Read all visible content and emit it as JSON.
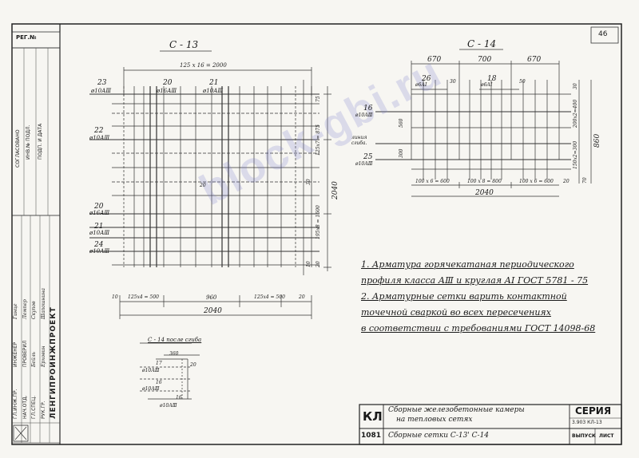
{
  "sheet": {
    "page_number": "46",
    "reg_label": "РЕГ.№",
    "watermark": "block-gbi.ru"
  },
  "s13": {
    "title": "С - 13",
    "top_dim": "125 х 16 = 2000",
    "bars": [
      {
        "num": "23",
        "dia": "ø10АⅢ"
      },
      {
        "num": "20",
        "dia": "ø16АⅢ"
      },
      {
        "num": "21",
        "dia": "ø10АⅢ"
      },
      {
        "num": "22",
        "dia": "ø10АⅢ"
      },
      {
        "num": "20",
        "dia": "ø16АⅢ"
      },
      {
        "num": "21",
        "dia": "ø10АⅢ"
      },
      {
        "num": "24",
        "dia": "ø10АⅢ"
      }
    ],
    "right_dims": [
      "75",
      "125х7 = 875",
      "30",
      "2040",
      "195х8 = 1600",
      "20",
      "10"
    ],
    "bottom_dims": [
      "10",
      "125х4 = 500",
      "960",
      "125х4 = 500",
      "20"
    ],
    "total_width": "2040",
    "inner_mark": "20"
  },
  "s14": {
    "title": "С - 14",
    "top_dims": [
      "670",
      "700",
      "670"
    ],
    "bars": [
      {
        "num": "26",
        "dia": "ø6АⅠ"
      },
      {
        "num": "18",
        "dia": "ø6АⅠ"
      },
      {
        "num": "16",
        "dia": "ø10АⅢ"
      },
      {
        "num": "25",
        "dia": "ø10АⅢ"
      }
    ],
    "small_dims": [
      "30",
      "50"
    ],
    "left_dims": [
      "560",
      "300"
    ],
    "bend_label": "линия сгиба.",
    "right_dims": [
      "30",
      "200х2=400",
      "150х2=300",
      "860",
      "70"
    ],
    "bottom_dims": [
      "100 х 6 = 600",
      "100 х 8 = 800",
      "100 х 6 = 600",
      "20"
    ],
    "total_width": "2040"
  },
  "s14_bent": {
    "title": "С - 14 после сгиба",
    "dims": [
      "360",
      "20"
    ],
    "bars": [
      {
        "num": "17",
        "dia": "ø10АⅢ"
      },
      {
        "num": "16",
        "dia": "ø10АⅢ"
      },
      {
        "num": "16",
        "dia": "ø10АⅢ"
      }
    ]
  },
  "notes": [
    "1. Арматура горячекатаная периодического",
    "профиля класса АⅢ и круглая АⅠ ГОСТ 5781 - 75",
    "2. Арматурные сетки варить контактной",
    "точечной сваркой во всех пересечениях",
    "в соответствии с требованиями ГОСТ 14098-68"
  ],
  "title_block": {
    "code_kl": "КЛ",
    "code_num": "1081",
    "title_line1": "Сборные железобетонные камеры",
    "title_line2": "на тепловых сетях",
    "subtitle": "Сборные сетки  С-13' С-14",
    "seria_label": "СЕРИЯ",
    "seria_value": "3.903  КЛ-13",
    "vypusk_label": "ВЫПУСК",
    "list_label": "ЛИСТ"
  },
  "side_stamp": {
    "org": "ЛЕНГИПРОИНЖПРОЕКТ",
    "roles": [
      "ГЛ.ИНЖ.ПР.",
      "НАЧ.ОТД.",
      "ГЛ.СПЕЦ.",
      "РУК.ГР.",
      "ИНЖЕНЕР",
      "ПРОВЕРИЛ"
    ],
    "names": [
      "Бейль",
      "Ерховин",
      "Гинце",
      "Лемпер",
      "Скупов",
      "Шапошнина"
    ],
    "agreed": "СОГЛАСОВАНО",
    "inv": "ИНВ.№ ПОДЛ.",
    "date_sign": "ПОДП. И ДАТА"
  }
}
